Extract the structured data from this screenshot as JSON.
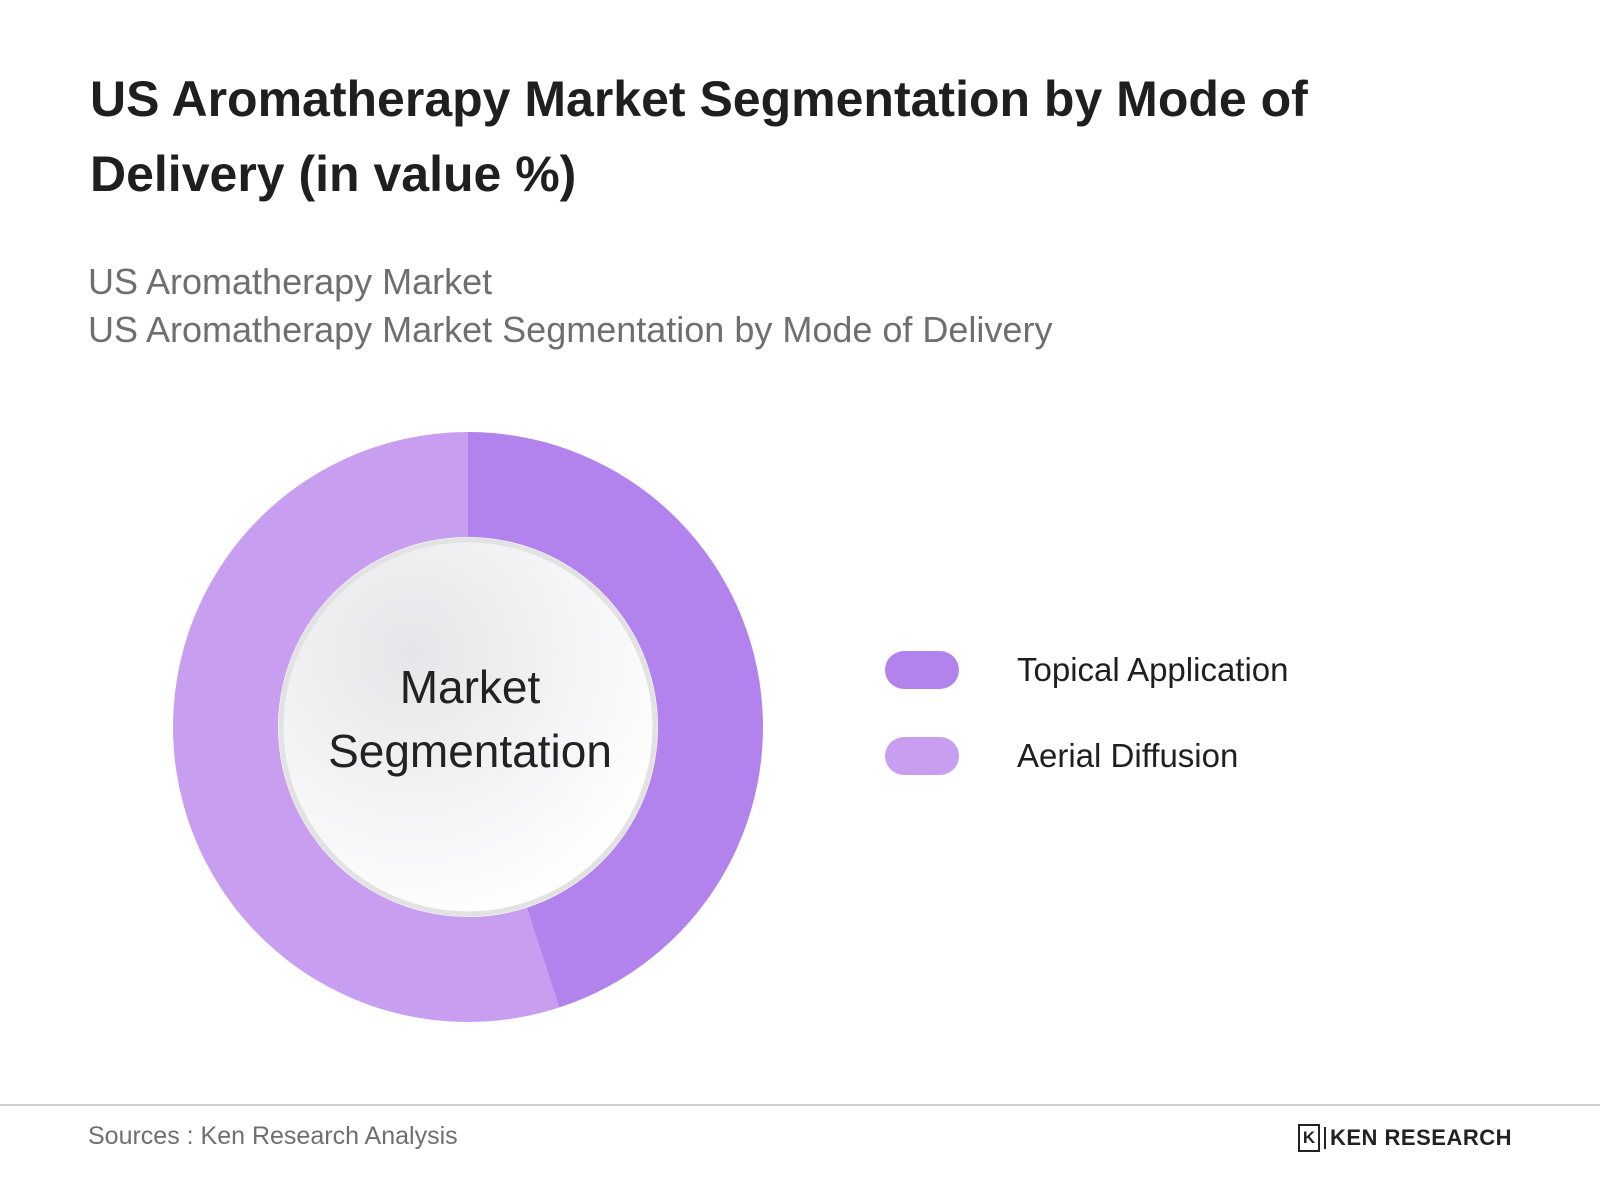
{
  "chart_data": {
    "type": "pie",
    "title": "US Aromatherapy Market Segmentation by Mode of Delivery (in value %)",
    "subtitle_lines": [
      "US Aromatherapy Market",
      "US Aromatherapy Market Segmentation by Mode of Delivery"
    ],
    "center_label_lines": [
      "Market",
      "Segmentation"
    ],
    "categories": [
      "Topical Application",
      "Aerial Diffusion"
    ],
    "values": [
      45,
      55
    ],
    "colors": [
      "#b283ec",
      "#c89ff0"
    ],
    "legend": "right"
  },
  "footer": {
    "source": "Sources : Ken Research Analysis",
    "brand_mark": "K",
    "brand_text": "KEN RESEARCH"
  }
}
